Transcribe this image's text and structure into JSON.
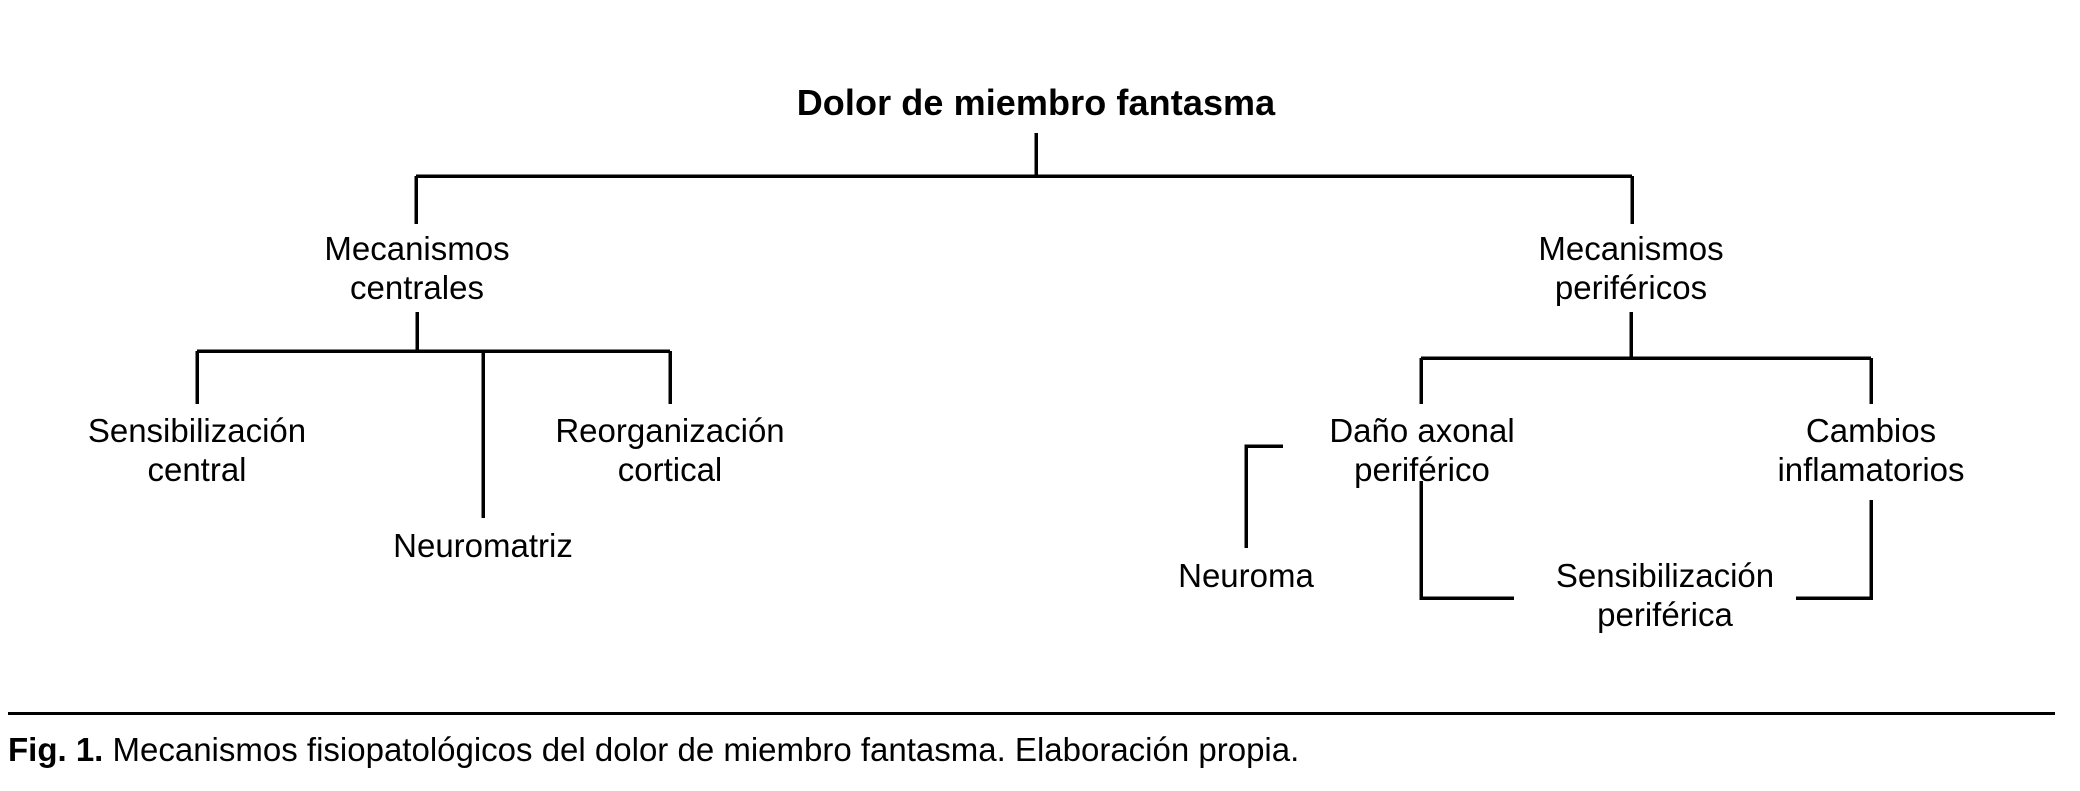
{
  "figure": {
    "root": {
      "id": "dolor-de-miembro-fantasma",
      "label": "Dolor de miembro fantasma"
    },
    "branches": [
      {
        "id": "mecanismos-centrales",
        "label_line1": "Mecanismos",
        "label_line2": "centrales",
        "children": [
          {
            "id": "sensibilizacion-central",
            "label_line1": "Sensibilización",
            "label_line2": "central"
          },
          {
            "id": "neuromatriz",
            "label_line1": "Neuromatriz",
            "label_line2": ""
          },
          {
            "id": "reorganizacion-cortical",
            "label_line1": "Reorganización",
            "label_line2": "cortical"
          }
        ]
      },
      {
        "id": "mecanismos-perifericos",
        "label_line1": "Mecanismos",
        "label_line2": "periféricos",
        "children": [
          {
            "id": "dano-axonal-periferico",
            "label_line1": "Daño axonal",
            "label_line2": "periférico"
          },
          {
            "id": "cambios-inflamatorios",
            "label_line1": "Cambios",
            "label_line2": "inflamatorios"
          }
        ],
        "grandchildren": [
          {
            "id": "neuroma",
            "label_line1": "Neuroma",
            "label_line2": ""
          },
          {
            "id": "sensibilizacion-periferica",
            "label_line1": "Sensibilización",
            "label_line2": "periférica"
          }
        ]
      }
    ],
    "colors": {
      "line": "#000000",
      "text": "#000000",
      "background": "#ffffff"
    }
  },
  "caption": {
    "prefix": "Fig. 1.",
    "text": " Mecanismos fisiopatológicos del dolor de miembro fantasma. Elaboración propia."
  },
  "chart_data": {
    "type": "diagram-tree",
    "title": "Dolor de miembro fantasma",
    "nodes": [
      {
        "id": "root",
        "label": "Dolor de miembro fantasma",
        "level": 0
      },
      {
        "id": "centrales",
        "label": "Mecanismos centrales",
        "level": 1
      },
      {
        "id": "perifericos",
        "label": "Mecanismos periféricos",
        "level": 1
      },
      {
        "id": "sensibilizacion-central",
        "label": "Sensibilización central",
        "level": 2
      },
      {
        "id": "neuromatriz",
        "label": "Neuromatriz",
        "level": 2
      },
      {
        "id": "reorganizacion-cortical",
        "label": "Reorganización cortical",
        "level": 2
      },
      {
        "id": "dano-axonal-periferico",
        "label": "Daño axonal periférico",
        "level": 2
      },
      {
        "id": "cambios-inflamatorios",
        "label": "Cambios inflamatorios",
        "level": 2
      },
      {
        "id": "neuroma",
        "label": "Neuroma",
        "level": 3
      },
      {
        "id": "sensibilizacion-periferica",
        "label": "Sensibilización periférica",
        "level": 3
      }
    ],
    "edges": [
      {
        "from": "root",
        "to": "centrales"
      },
      {
        "from": "root",
        "to": "perifericos"
      },
      {
        "from": "centrales",
        "to": "sensibilizacion-central"
      },
      {
        "from": "centrales",
        "to": "neuromatriz"
      },
      {
        "from": "centrales",
        "to": "reorganizacion-cortical"
      },
      {
        "from": "perifericos",
        "to": "dano-axonal-periferico"
      },
      {
        "from": "perifericos",
        "to": "cambios-inflamatorios"
      },
      {
        "from": "dano-axonal-periferico",
        "to": "neuroma"
      },
      {
        "from": "dano-axonal-periferico",
        "to": "sensibilizacion-periferica"
      },
      {
        "from": "cambios-inflamatorios",
        "to": "sensibilizacion-periferica"
      }
    ]
  }
}
